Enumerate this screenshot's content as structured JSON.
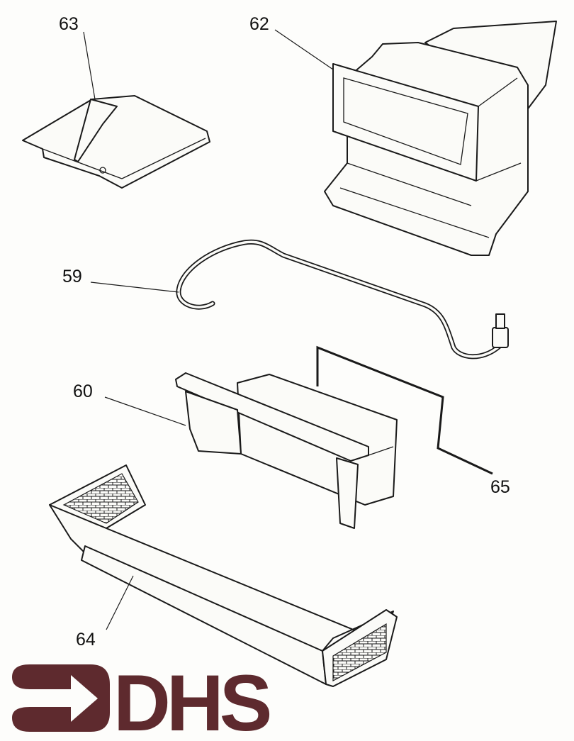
{
  "diagram": {
    "callouts": [
      {
        "id": "63",
        "label": "63",
        "part": "cover-plate"
      },
      {
        "id": "62",
        "label": "62",
        "part": "housing"
      },
      {
        "id": "59",
        "label": "59",
        "part": "tube"
      },
      {
        "id": "60",
        "label": "60",
        "part": "bracket"
      },
      {
        "id": "65",
        "label": "65",
        "part": "wire-rod"
      },
      {
        "id": "64",
        "label": "64",
        "part": "grille-trim"
      }
    ]
  },
  "logo": {
    "text": "DHS",
    "color": "#5e2a2e"
  }
}
